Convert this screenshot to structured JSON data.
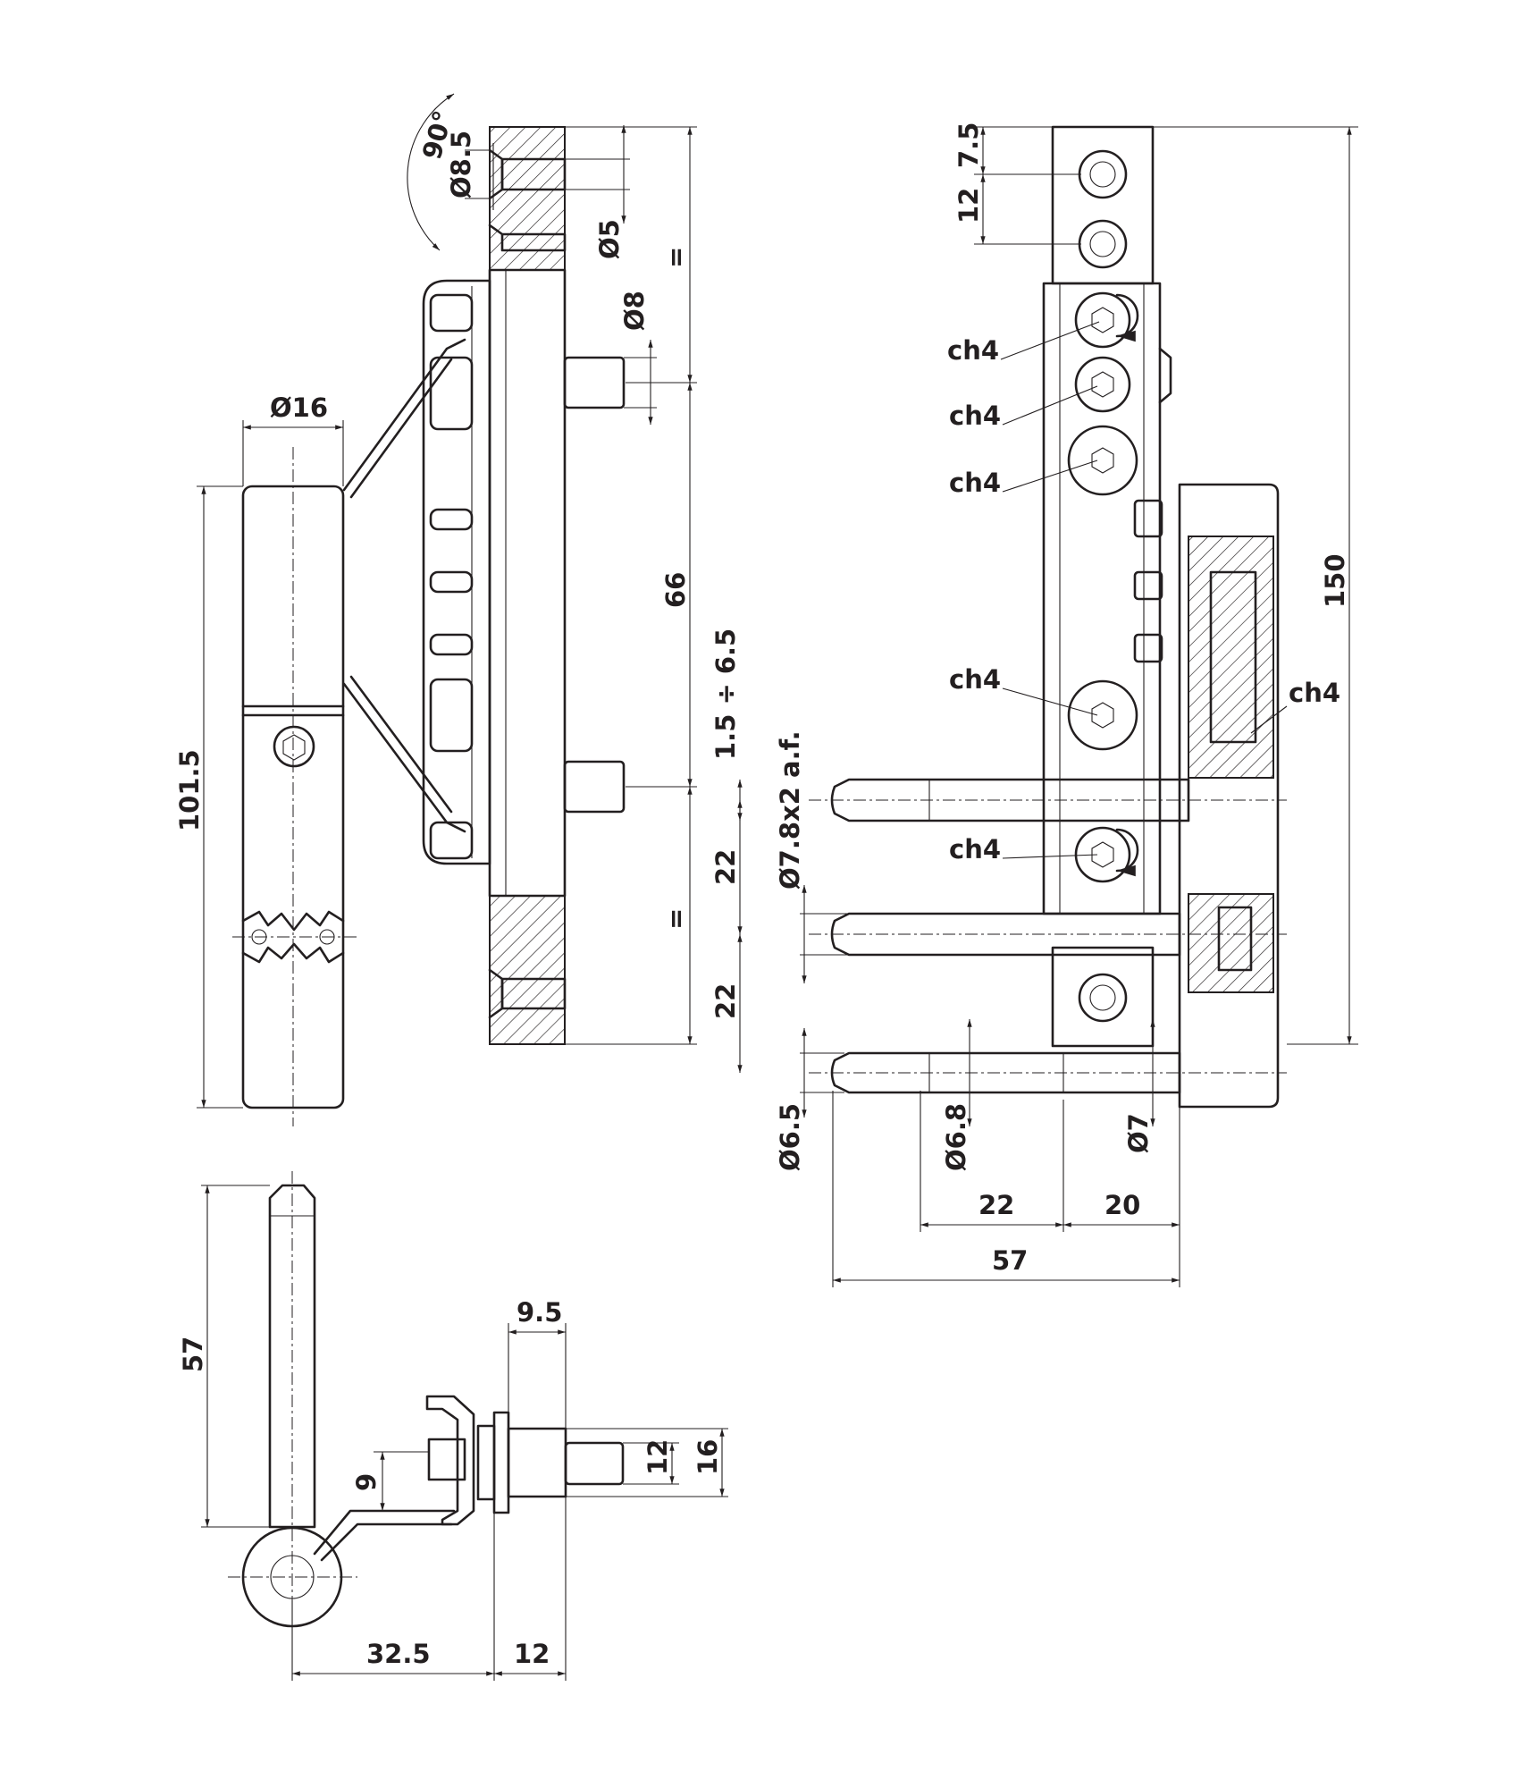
{
  "drawing": {
    "angle_label": "90°",
    "hole_labels": {
      "d8_5": "Ø8.5",
      "d5": "Ø5",
      "d8": "Ø8",
      "d16": "Ø16"
    },
    "side_view": {
      "equal_top": "=",
      "equal_bottom": "=",
      "dim_66": "66",
      "dim_101_5": "101.5"
    },
    "front_view": {
      "dim_7_5": "7.5",
      "dim_12": "12",
      "dim_150": "150",
      "ch4_labels": [
        "ch4",
        "ch4",
        "ch4",
        "ch4",
        "ch4",
        "ch4"
      ],
      "adjust_range": "1.5 ÷ 6.5",
      "dim_22_a": "22",
      "dim_22_b": "22",
      "pin_af": "Ø7.8x2 a.f.",
      "d6_5": "Ø6.5",
      "d6_8": "Ø6.8",
      "d7": "Ø7",
      "dim_22_h": "22",
      "dim_20_h": "20",
      "dim_57_h": "57"
    },
    "plan_view": {
      "dim_57_v": "57",
      "dim_9_5": "9.5",
      "dim_12_v": "12",
      "dim_16_v": "16",
      "dim_9": "9",
      "dim_32_5": "32.5",
      "dim_12_h": "12"
    }
  }
}
